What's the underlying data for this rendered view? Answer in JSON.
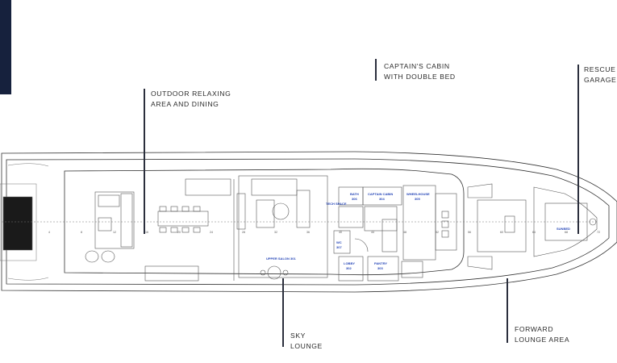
{
  "callouts": [
    {
      "id": "outdoor",
      "lines": [
        "OUTDOOR RELAXING",
        "AREA AND DINING"
      ]
    },
    {
      "id": "captain",
      "lines": [
        "CAPTAIN'S CABIN",
        "WITH DOUBLE BED"
      ]
    },
    {
      "id": "rescue",
      "lines": [
        "RESCUE T",
        "GARAGE"
      ]
    },
    {
      "id": "sky",
      "lines": [
        "SKY",
        "LOUNGE"
      ]
    },
    {
      "id": "forward",
      "lines": [
        "FORWARD",
        "LOUNGE AREA"
      ]
    }
  ],
  "rooms": {
    "bath": "BATH",
    "bath_no": "306",
    "captain_cabin": "CAPTAIN CABIN",
    "captain_no": "304",
    "wheelhouse": "WHEELHOUSE",
    "wheelhouse_no": "305",
    "upper_salon": "UPPER SALON 301",
    "lobby": "LOBBY",
    "lobby_no": "302",
    "pantry": "PANTRY",
    "pantry_no": "303",
    "wc": "WC",
    "wc_no": "307",
    "tech": "TECH SPACE",
    "sunbed": "SUNBED"
  },
  "frame_numbers": [
    "4",
    "8",
    "12",
    "16",
    "20",
    "24",
    "28",
    "32",
    "36",
    "40",
    "44",
    "48",
    "52",
    "56",
    "60",
    "64",
    "68",
    "72"
  ],
  "colors": {
    "edge_bar": "#16213d",
    "room_label": "#2747b8",
    "leader": "#2b2f3d"
  }
}
